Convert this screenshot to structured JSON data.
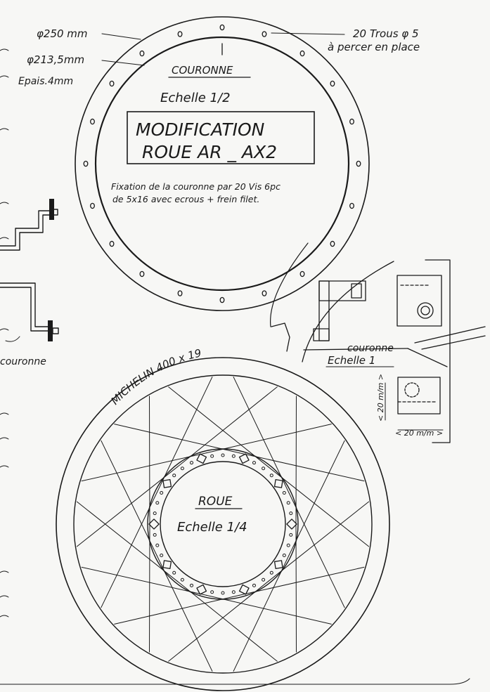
{
  "annotations": {
    "outer_diameter": "φ250 mm",
    "inner_diameter": "φ213,5mm",
    "thickness": "Epais.4mm",
    "holes_line1": "20 Trous φ 5",
    "holes_line2": "à percer en place"
  },
  "couronne": {
    "title": "COURONNE",
    "scale": "Echelle 1/2"
  },
  "title_block": {
    "line1": "MODIFICATION",
    "line2": "ROUE AR _ AX2"
  },
  "fixation": {
    "line1": "Fixation de la couronne par 20 Vis 6pc",
    "line2": "de 5x16 avec ecrous + frein filet."
  },
  "detail": {
    "left_label": "couronne",
    "right_label": "couronne",
    "scale": "Echelle 1",
    "dim_vertical": "< 20 m/m >",
    "dim_horizontal": "< 20 m/m >"
  },
  "wheel": {
    "tire": "MICHELIN 400 x 19",
    "title": "ROUE",
    "scale": "Echelle 1/4"
  },
  "colors": {
    "ink": "#1a1a1a",
    "paper": "#f7f7f5"
  }
}
